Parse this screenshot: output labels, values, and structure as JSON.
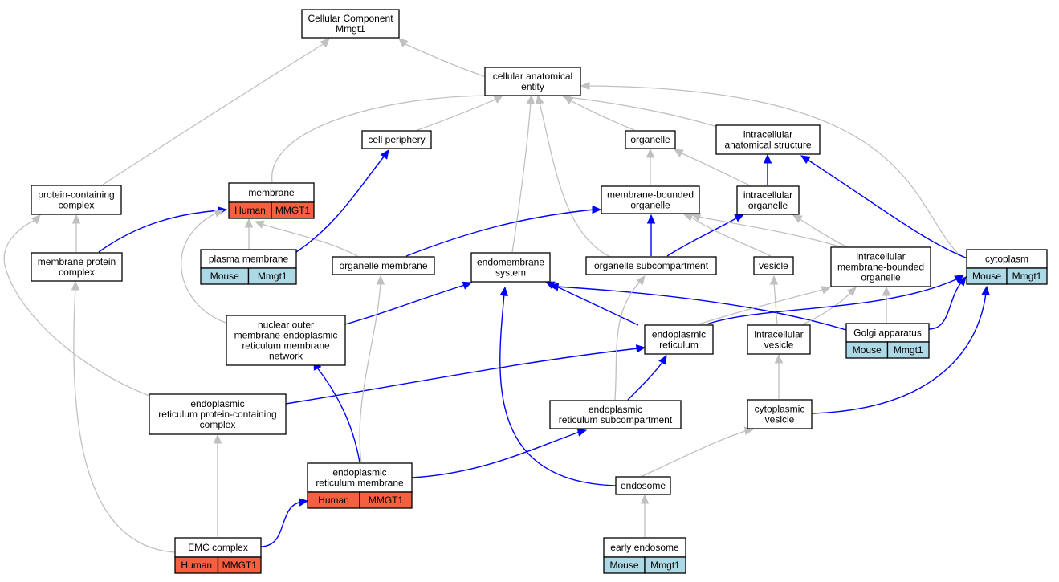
{
  "colors": {
    "human": "#f46040",
    "mouse": "#add8e6",
    "is_a_edge": "#c0c0c0",
    "part_of_edge": "#0000ff"
  },
  "nodes": {
    "root": {
      "label": "Cellular Component\nMmgt1"
    },
    "cae": {
      "label": "cellular anatomical\nentity"
    },
    "cellperiph": {
      "label": "cell periphery"
    },
    "organelle": {
      "label": "organelle"
    },
    "ias": {
      "label": "intracellular\nanatomical structure"
    },
    "pcc": {
      "label": "protein-containing\ncomplex"
    },
    "membrane": {
      "label": "membrane",
      "species": "Human",
      "gene": "MMGT1"
    },
    "mbo": {
      "label": "membrane-bounded\norganelle"
    },
    "intraorg": {
      "label": "intracellular\norganelle"
    },
    "mpc": {
      "label": "membrane protein\ncomplex"
    },
    "pm": {
      "label": "plasma membrane",
      "species": "Mouse",
      "gene": "Mmgt1"
    },
    "orgmem": {
      "label": "organelle membrane"
    },
    "endosys": {
      "label": "endomembrane\nsystem"
    },
    "orgsub": {
      "label": "organelle subcompartment"
    },
    "vesicle": {
      "label": "vesicle"
    },
    "imbo": {
      "label": "intracellular\nmembrane-bounded\norganelle"
    },
    "cytoplasm": {
      "label": "cytoplasm",
      "species": "Mouse",
      "gene": "Mmgt1"
    },
    "nomer": {
      "label": "nuclear outer\nmembrane-endoplasmic\nreticulum membrane\nnetwork"
    },
    "er": {
      "label": "endoplasmic\nreticulum"
    },
    "ivesicle": {
      "label": "intracellular\nvesicle"
    },
    "golgi": {
      "label": "Golgi apparatus",
      "species": "Mouse",
      "gene": "Mmgt1"
    },
    "erpcc": {
      "label": "endoplasmic\nreticulum protein-containing\ncomplex"
    },
    "ersub": {
      "label": "endoplasmic\nreticulum subcompartment"
    },
    "cytves": {
      "label": "cytoplasmic\nvesicle"
    },
    "ermem": {
      "label": "endoplasmic\nreticulum membrane",
      "species": "Human",
      "gene": "MMGT1"
    },
    "endosome": {
      "label": "endosome"
    },
    "emc": {
      "label": "EMC complex",
      "species": "Human",
      "gene": "MMGT1"
    },
    "earlyendo": {
      "label": "early endosome",
      "species": "Mouse",
      "gene": "Mmgt1"
    }
  }
}
